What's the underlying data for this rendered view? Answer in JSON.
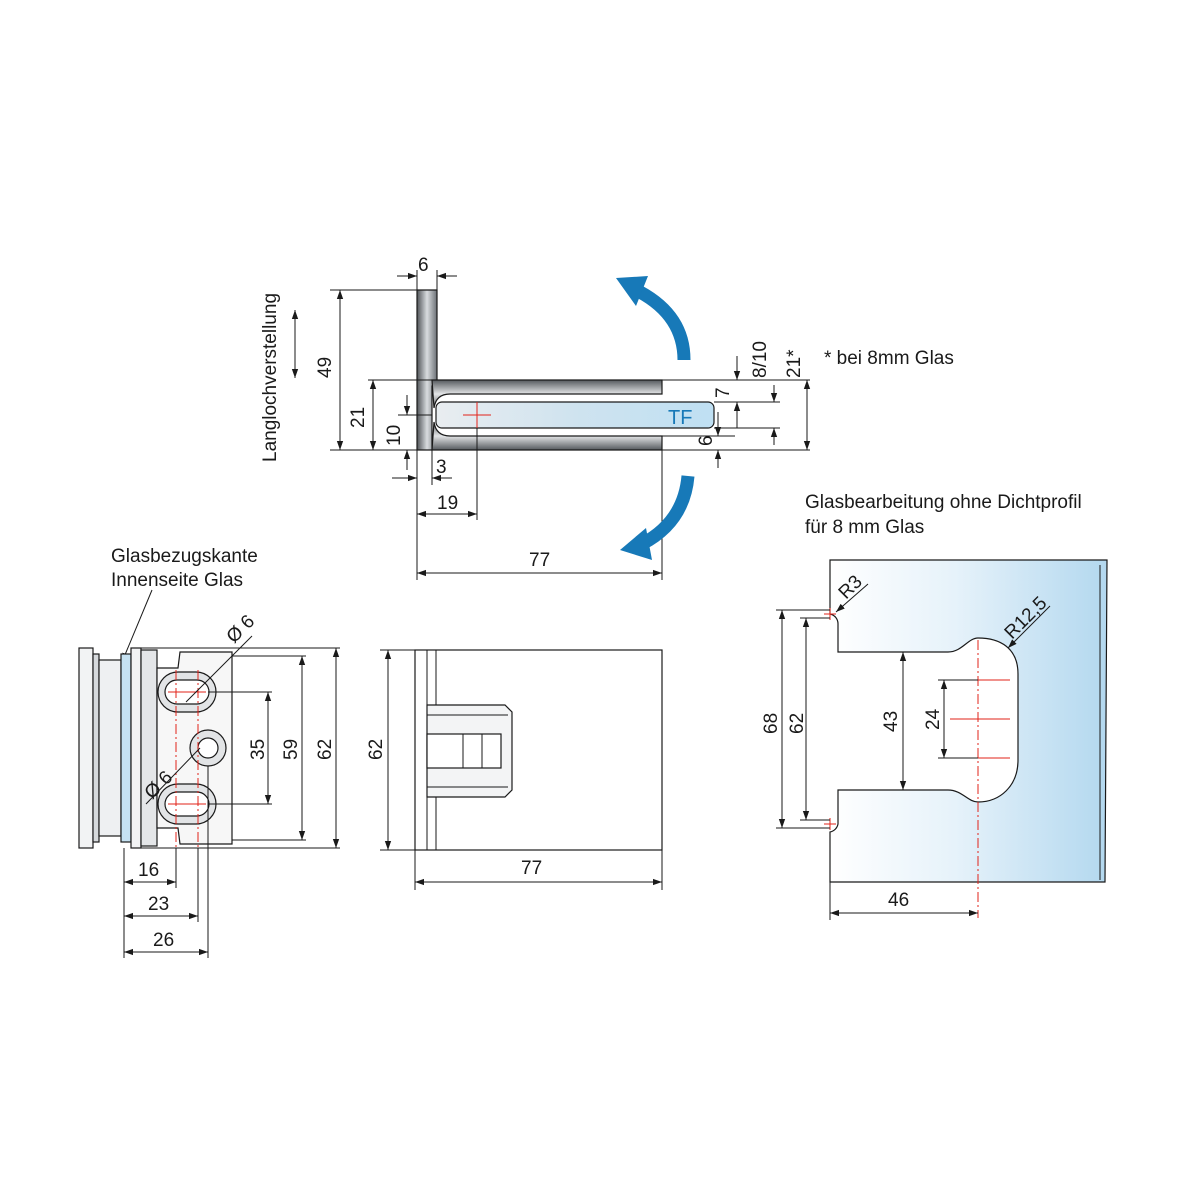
{
  "colors": {
    "line": "#1a1a1a",
    "arrow_blue": "#1779b8",
    "centerline_red": "#e2231a",
    "glass_blue": "#bfe0f3",
    "metal_dark": "#5d6165",
    "metal_light": "#e8eaec"
  },
  "side_view": {
    "vertical_label": "Langlochverstellung",
    "dims": {
      "top_width": "6",
      "height_49": "49",
      "height_21": "21",
      "height_10": "10",
      "bottom_3": "3",
      "width_19": "19",
      "width_77": "77",
      "right_7": "7",
      "right_6": "6",
      "right_8_10": "8/10",
      "right_21_star": "21*"
    },
    "glass_label": "TF",
    "note": "* bei 8mm Glas"
  },
  "front_view": {
    "callout_line1": "Glasbezugskante",
    "callout_line2": "Innenseite Glas",
    "dims": {
      "dia_top": "Ø 6",
      "dia_bottom": "Ø 6",
      "h35": "35",
      "h59": "59",
      "h62": "62",
      "w16": "16",
      "w23": "23",
      "w26": "26"
    }
  },
  "top_view": {
    "dims": {
      "h62": "62",
      "w77": "77"
    }
  },
  "glass_processing": {
    "title_line1": "Glasbearbeitung ohne Dichtprofil",
    "title_line2": "für 8 mm Glas",
    "dims": {
      "r3": "R3",
      "r12_5": "R12,5",
      "h68": "68",
      "h62": "62",
      "h43": "43",
      "h24": "24",
      "w46": "46"
    }
  }
}
